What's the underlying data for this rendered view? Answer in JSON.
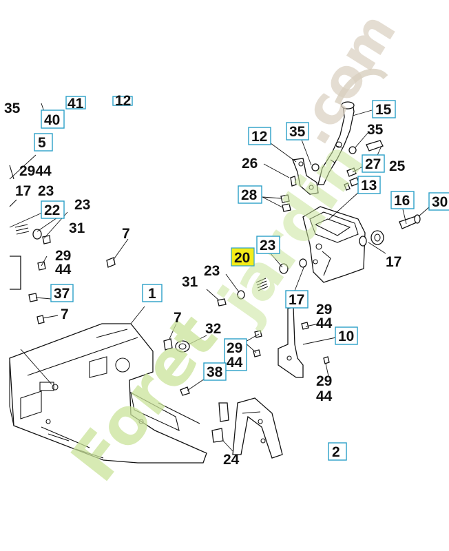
{
  "callouts": {
    "c15": "15",
    "c35a": "35",
    "c35b": "35",
    "c12": "12",
    "c26": "26",
    "c27": "27",
    "c25": "25",
    "c13": "13",
    "c28": "28",
    "c16": "16",
    "c30": "30",
    "c23a": "23",
    "c20": "20",
    "c17a": "17",
    "c17b": "17",
    "c23b": "23",
    "c31a": "31",
    "c7a": "7",
    "c1": "1",
    "c32": "32",
    "c29a": "29",
    "c44a": "44",
    "c29b": "29",
    "c44b": "44",
    "c10": "10",
    "c29c": "29",
    "c44c": "44",
    "c38": "38",
    "c2": "2",
    "c24": "24",
    "c35c": "35",
    "c41": "41",
    "c40": "40",
    "c5": "5",
    "c2944": "2944",
    "c17c": "17",
    "c23c": "23",
    "c22": "22",
    "c23d": "23",
    "c31b": "31",
    "c29d": "29",
    "c44d": "44",
    "c37": "37",
    "c7b": "7",
    "c7c": "7",
    "c12top": "12"
  },
  "watermark": {
    "text_part1": "Foret",
    "text_part2": "jardin",
    "text_part3": ".com",
    "colors": {
      "green": "#c9e39a",
      "orange": "#f6c98e",
      "tan": "#d8cfbf"
    }
  },
  "colors": {
    "callout_border": "#2aa0c8",
    "highlight": "#f4ec19",
    "ink": "#111111"
  }
}
